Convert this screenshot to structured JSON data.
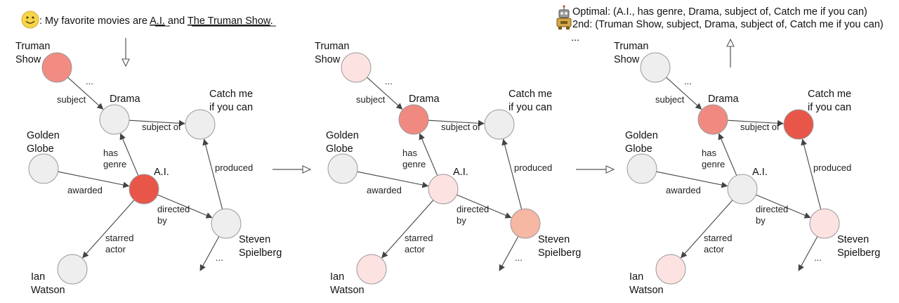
{
  "query": {
    "user_icon": "smiley-face-icon",
    "prefix": ": My favorite movies are ",
    "movie1": "A.I.",
    "between": " and ",
    "movie2": "The Truman Show",
    "suffix": "."
  },
  "output": {
    "robot_icon": "robot-icon",
    "line1": "Optimal: (A.I., has genre, Drama, subject of, Catch me if you can)",
    "line2": "2nd: (Truman Show, subject, Drama, subject of, Catch me if you can)",
    "line3": "..."
  },
  "graph": {
    "nodes": {
      "truman": [
        "Truman",
        "Show"
      ],
      "drama": [
        "Drama"
      ],
      "catchme": [
        "Catch me",
        "if you can"
      ],
      "golden": [
        "Golden",
        "Globe"
      ],
      "ai": [
        "A.I."
      ],
      "spielberg": [
        "Steven",
        "Spielberg"
      ],
      "ian": [
        "Ian",
        "Watson"
      ]
    },
    "edges": {
      "subject": [
        "subject"
      ],
      "subject_of": [
        "subject of"
      ],
      "has_genre": [
        "has",
        "genre"
      ],
      "produced": [
        "produced"
      ],
      "awarded": [
        "awarded"
      ],
      "directed_by": [
        "directed",
        "by"
      ],
      "starred_actor": [
        "starred",
        "actor"
      ],
      "ellipsis": [
        "..."
      ]
    }
  },
  "panels": [
    {
      "id": "panel-1",
      "colors": {
        "truman": "#f28b82",
        "drama": "#eeeeee",
        "catchme": "#eeeeee",
        "golden": "#eeeeee",
        "ai": "#e8564a",
        "spielberg": "#eeeeee",
        "ian": "#eeeeee"
      }
    },
    {
      "id": "panel-2",
      "colors": {
        "truman": "#fde2e2",
        "drama": "#f08a80",
        "catchme": "#eeeeee",
        "golden": "#eeeeee",
        "ai": "#fde2e2",
        "spielberg": "#f6b7a3",
        "ian": "#fde2e2"
      }
    },
    {
      "id": "panel-3",
      "colors": {
        "truman": "#eeeeee",
        "drama": "#f08a80",
        "catchme": "#e8564a",
        "golden": "#eeeeee",
        "ai": "#eeeeee",
        "spielberg": "#fde2e2",
        "ian": "#fde2e2"
      }
    }
  ]
}
